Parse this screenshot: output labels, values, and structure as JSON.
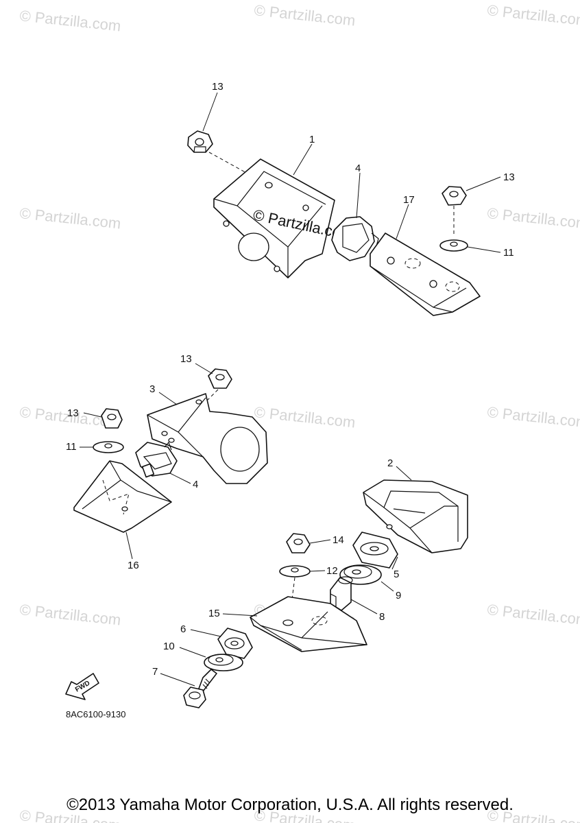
{
  "watermark_text": "© Partzilla.com",
  "center_watermark": "© Partzilla.com",
  "callouts": {
    "c13a": "13",
    "c1": "1",
    "c4a": "4",
    "c17": "17",
    "c13b": "13",
    "c11a": "11",
    "c13c": "13",
    "c3": "3",
    "c13d": "13",
    "c11b": "11",
    "c4b": "4",
    "c16": "16",
    "c2": "2",
    "c14": "14",
    "c5": "5",
    "c12": "12",
    "c9": "9",
    "c8": "8",
    "c15": "15",
    "c6": "6",
    "c10": "10",
    "c7": "7"
  },
  "fwd_label": "FWD",
  "ref_code": "8AC6100-9130",
  "copyright": "©2013 Yamaha Motor Corporation, U.S.A. All rights reserved."
}
